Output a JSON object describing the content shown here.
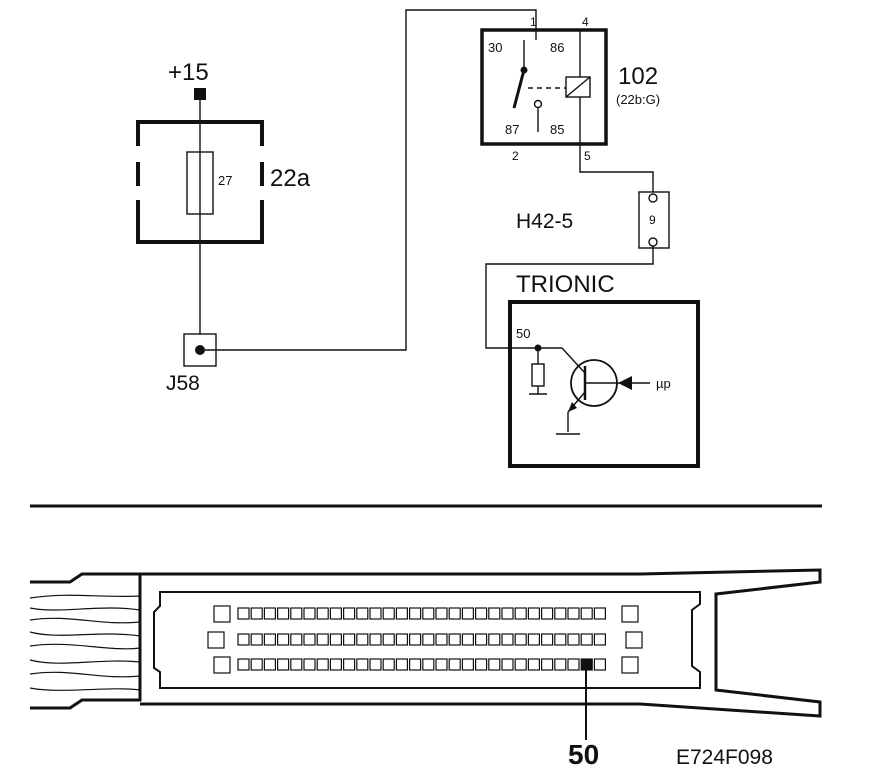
{
  "supply": {
    "label": "+15"
  },
  "fuse_box": {
    "label": "22a",
    "fuse_number": "27"
  },
  "junction": {
    "label": "J58"
  },
  "relay": {
    "label": "102",
    "sublabel": "(22b:G)",
    "pin_top_left": "1",
    "pin_top_right": "4",
    "pin_bottom_left": "2",
    "pin_bottom_right": "5",
    "terminal_30": "30",
    "terminal_86": "86",
    "terminal_87": "87",
    "terminal_85": "85"
  },
  "connector": {
    "label": "H42-5",
    "pin": "9"
  },
  "ecu": {
    "label": "TRIONIC",
    "pin": "50",
    "input_label": "µp"
  },
  "plug": {
    "pin_callout": "50"
  },
  "figure_code": "E724F098",
  "colors": {
    "line": "#111111",
    "background": "#ffffff",
    "highlight_pin": "#111111"
  }
}
